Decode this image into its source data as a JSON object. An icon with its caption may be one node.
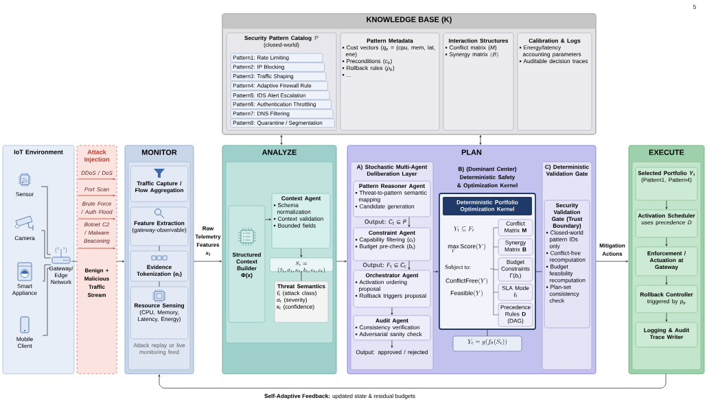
{
  "diagram": {
    "nodes": [
      {
        "text": [
          "IoT Environment"
        ]
      },
      {
        "text": [
          "Sensor"
        ],
        "in": 0
      },
      {
        "text": [
          "Camera"
        ],
        "in": 0
      },
      {
        "text": [
          "Smart Appliance"
        ],
        "in": 0
      },
      {
        "text": [
          "Mobile Client"
        ],
        "in": 0
      },
      {
        "text": [
          "Gateway/ Edge Network"
        ],
        "in": 0
      },
      {
        "text": [
          "Attack Injection"
        ]
      },
      {
        "text": [
          "MONITOR"
        ]
      },
      {
        "text": [
          "Attack replay or live monitoring feed"
        ],
        "in": 7
      },
      {
        "text": [
          "Traffic Capture / Flow Aggregation"
        ],
        "in": 8
      },
      {
        "text": [
          "Feature Extraction",
          "(gateway-observable)"
        ],
        "in": 8
      },
      {
        "text": [
          "Evidence Tokenization (*e*$_{t}$)"
        ],
        "in": 8
      },
      {
        "text": [
          "Resource Sensing",
          "(CPU, Memory, Latency, Energy)"
        ],
        "in": 8
      },
      {
        "text": [
          "ANALYZE"
        ]
      },
      {
        "text": [],
        "shape": "box",
        "in": 13
      },
      {
        "text": [
          "Structured Context Builder Φ(x)"
        ],
        "in": 14
      },
      {
        "text": [
          "Context Agent",
          "Schema normalization",
          "Context validation",
          "Bounded fields"
        ],
        "in": 14
      },
      {
        "text": [
          "S_t = (\\hat{\\tau}_t, \\sigma_t, \\kappa_t, b_t, e_t, c_t)"
        ],
        "in": 14
      },
      {
        "text": [
          "Threat Semantics",
          "τ̂$_{t}$ (attack class)",
          "σ$_{t}$ (severity)",
          "κ$_{t}$ (confidence)"
        ],
        "in": 14
      },
      {
        "text": [
          "PLAN"
        ]
      },
      {
        "text": [
          "A) Stochastic Multi-Agent Deliberation Layer"
        ],
        "in": 19
      },
      {
        "text": [
          "Pattern Reasoner Agent",
          "Threat-to-pattern semantic mapping",
          "Candidate generation"
        ],
        "in": 20
      },
      {
        "text": [
          "Constraint Agent",
          "Capability filtering (*c*$_{t}$)",
          "Budget pre-check (*b*$_{t}$)"
        ],
        "in": 20
      },
      {
        "text": [
          "Orchestrator Agent",
          "Activation ordering proposal",
          "Rollback triggers proposal"
        ],
        "in": 20
      },
      {
        "text": [
          "Audit Agent",
          "Consistency verification",
          "Adversarial sanity check"
        ],
        "in": 20
      },
      {
        "text": [
          "Output: approved / rejected"
        ],
        "in": 20
      },
      {
        "text": [
          "Deterministic Portfolio Optimization Kernel",
          "Y_t \\subseteq F_t",
          "\\max\\limits_{Y} \\mathrm{Score}(Y)",
          "Subject to:",
          "\\mathrm{ConflictFree}(Y)",
          "\\mathrm{Feasible}(Y)"
        ],
        "in": 19
      },
      {
        "text": [
          "Conflict Matrix **M**"
        ],
        "in": 26
      },
      {
        "text": [
          "Synergy Matrix **B**"
        ],
        "in": 26
      },
      {
        "text": [
          "Budget Constraints Γ(*b*$_{t}$)"
        ],
        "in": 26
      },
      {
        "text": [
          "SLA Mode *ℓ*$_{t}$"
        ],
        "in": 26
      },
      {
        "text": [
          "Precedence Rules **D** (DAG)"
        ],
        "in": 26
      },
      {
        "text": [
          "Y_t = g(f_{\\theta}(S_t))"
        ],
        "in": 19
      },
      {
        "text": [
          "C) Deterministic Validation Gate"
        ],
        "in": 19
      },
      {
        "text": [
          "Security Validation Gate (Trust Boundary)",
          "Closed-world pattern IDs only",
          "Conflict-free recomputation",
          "Budget feasibility recomputation",
          "Plan-set consistency check"
        ],
        "in": 33
      },
      {
        "text": [
          "EXECUTE"
        ]
      },
      {
        "text": [],
        "shape": "box",
        "in": 35
      },
      {
        "text": [
          "Selected Portfolio *Y*$_{t}$",
          "(Pattern1, Pattern4)"
        ],
        "in": 36
      },
      {
        "text": [
          "Activation Scheduler",
          "uses precedence *D*"
        ],
        "in": 36
      },
      {
        "text": [
          "Enforcement / Actuation at Gateway"
        ],
        "in": 36
      },
      {
        "text": [
          "Rollback Controller",
          "triggered by *p*$_{p}$"
        ],
        "in": 36
      },
      {
        "text": [
          "Logging & Audit Trace Writer"
        ],
        "in": 36
      },
      {
        "text": [
          "KNOWLEDGE BASE (K)"
        ]
      },
      {
        "text": [
          "\\mbox{Security Pattern Catalog }\\mathcal{P}",
          "(closed-world)"
        ],
        "in": 42
      },
      {
        "text": [
          "Pattern1: Rate Limiting"
        ],
        "in": 43
      },
      {
        "text": [
          "Pattern2: IP Blocking"
        ],
        "in": 43
      },
      {
        "text": [
          "Pattern3: Traffic Shaping"
        ],
        "in": 43
      },
      {
        "text": [
          "Pattern4: Adaptive Firewall Rule"
        ],
        "in": 43
      },
      {
        "text": [
          "Pattern5: IDS Alert Escalation"
        ],
        "in": 43
      },
      {
        "text": [
          "Pattern6: Authentication Throttling"
        ],
        "in": 43
      },
      {
        "text": [
          "Pattern7: DNS Filtering"
        ],
        "in": 43
      },
      {
        "text": [
          "Pattern8: Quarantine / Segmentation"
        ],
        "in": 43
      },
      {
        "text": [
          "Pattern Metadata",
          "Cost vectors (*q*$_{p}$ = (cpu, mem, lat, ene)",
          "Preconditions (*c*$_{p}$)",
          "Rollback rules (*ρ*$_{p}$)",
          "..."
        ],
        "in": 42
      },
      {
        "text": [
          "Interaction Structures",
          "Conflict matrix (*M*)",
          "\\mbox{Synergy matrix }(\\mathcal{B})"
        ],
        "in": 42
      },
      {
        "text": [
          "Calibration & Logs",
          "Energy/latency accounting parameters",
          "Auditable decision traces"
        ],
        "in": 42
      }
    ],
    "edges": [
      {
        "from": 1,
        "to": 5,
        "arrow": "none"
      },
      {
        "from": 2,
        "to": 5,
        "arrow": "none"
      },
      {
        "from": 3,
        "to": 5,
        "arrow": "none"
      },
      {
        "from": 4,
        "to": 5,
        "arrow": "none"
      },
      {
        "from": 5,
        "to": 6,
        "arrow": "none"
      },
      {
        "from": 6,
        "to": 7,
        "arrow": "to",
        "label": "Benign + Malicious Traffic Stream"
      },
      {
        "from": 7,
        "to": 13,
        "arrow": "to",
        "label": "Raw Telemetry Features *x*$_{t}$"
      },
      {
        "from": 13,
        "to": 19,
        "arrow": "to"
      },
      {
        "from": 19,
        "to": 35,
        "arrow": "to",
        "label": "Mitigation Actions"
      },
      {
        "from": 42,
        "to": 13,
        "arrow": "both"
      },
      {
        "from": 42,
        "to": 19,
        "arrow": "both"
      },
      {
        "from": 10,
        "to": 11,
        "arrow": "none"
      },
      {
        "from": 11,
        "to": 12,
        "arrow": "none"
      },
      {
        "from": 15,
        "to": 16,
        "arrow": "to"
      },
      {
        "from": 16,
        "to": 17,
        "arrow": "to"
      },
      {
        "from": 17,
        "to": 18,
        "arrow": "none"
      },
      {
        "from": 21,
        "to": 22,
        "arrow": "to",
        "label": "Output: *C*$_{t}$ ⊆ *P*"
      },
      {
        "from": 22,
        "to": 23,
        "arrow": "to",
        "label": "Output: *F*$_{t}$ ⊆ *C*$_{t}$"
      },
      {
        "from": 23,
        "to": 24,
        "arrow": "to"
      },
      {
        "from": 24,
        "to": 25,
        "arrow": "to"
      },
      {
        "from": 20,
        "to": 26,
        "arrow": "to"
      },
      {
        "from": 26,
        "to": 33,
        "arrow": "none"
      },
      {
        "from": 26,
        "to": 32,
        "arrow": "none"
      },
      {
        "from": 37,
        "to": 38,
        "arrow": "to"
      },
      {
        "from": 38,
        "to": 39,
        "arrow": "to"
      },
      {
        "from": 39,
        "to": 40,
        "arrow": "to"
      },
      {
        "from": 40,
        "to": 41,
        "arrow": "to"
      },
      {
        "from": 35,
        "to": 7,
        "arrow": "to",
        "label": "**Self-Adaptive Feedback:** updated state & residual budgets"
      }
    ],
    "labels": [
      "5",
      "DDoS / DoS",
      "Port Scan",
      "Brute Force / Auth Flood",
      "Botnet C2 / Malware Beaconing",
      "B) (Dominant Center) Deterministic Safety & Optimization Kernel"
    ]
  }
}
